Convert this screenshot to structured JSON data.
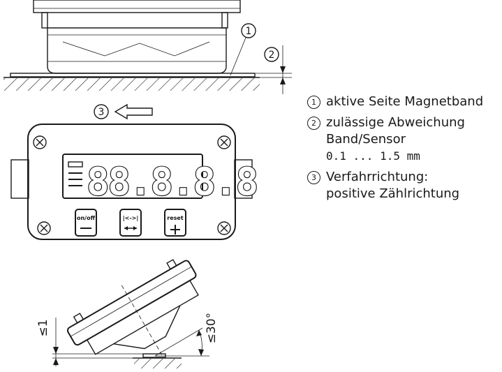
{
  "callouts": {
    "c1": "1",
    "c2": "2",
    "c3": "3"
  },
  "display": {
    "digits": "88.8.8.8",
    "buttons": {
      "left": "on/off",
      "middle": "|<->|",
      "right": "reset"
    }
  },
  "dimensions": {
    "tilt_height": "≤1",
    "tilt_angle": "≤30°"
  },
  "legend": {
    "items": [
      {
        "num": "1",
        "lines": [
          "aktive Seite Magnetband"
        ]
      },
      {
        "num": "2",
        "lines": [
          "zulässige Abweichung",
          "Band/Sensor",
          "0.1 ... 1.5 mm"
        ]
      },
      {
        "num": "3",
        "lines": [
          "Verfahrrichtung:",
          "positive Zählrichtung"
        ]
      }
    ]
  }
}
